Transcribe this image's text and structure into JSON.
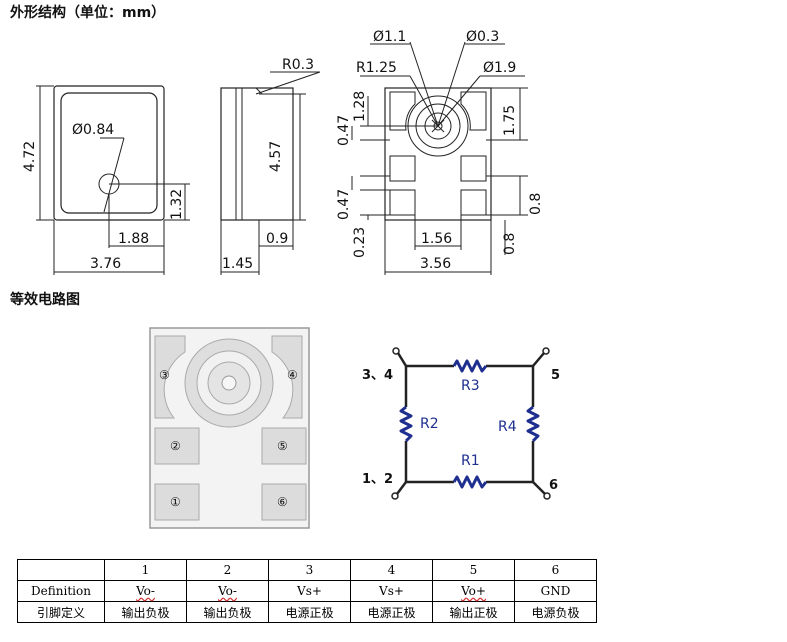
{
  "titles": {
    "outline": "外形结构（单位：mm）",
    "circuit": "等效电路图"
  },
  "dimensions": {
    "front": {
      "hole": "Ø0.84",
      "height": "4.72",
      "hole_offset_y": "1.32",
      "hole_offset_x": "1.88",
      "width": "3.76"
    },
    "side": {
      "radius": "R0.3",
      "height": "4.57",
      "thickness": "0.9",
      "total": "1.45"
    },
    "bottom": {
      "d1": "Ø1.1",
      "d2": "Ø0.3",
      "r": "R1.25",
      "d3": "Ø1.9",
      "left_top": "1.28",
      "left_mid": "0.47",
      "left_low": "0.47",
      "left_bottom": "0.23",
      "right_top": "1.75",
      "right_bottom": "0.8",
      "right_pad": "0.8",
      "inner_width": "1.56",
      "width": "3.56"
    }
  },
  "pads": [
    "③",
    "④",
    "②",
    "⑤",
    "①",
    "⑥"
  ],
  "circuit": {
    "nodes": {
      "top_left": "3、4",
      "top_right": "5",
      "bottom_left": "1、2",
      "bottom_right": "6"
    },
    "resistors": {
      "top": "R3",
      "left": "R2",
      "right": "R4",
      "bottom": "R1"
    }
  },
  "pin_table": {
    "headers": [
      "",
      "1",
      "2",
      "3",
      "4",
      "5",
      "6"
    ],
    "rows": [
      [
        "Definition",
        "Vo-",
        "Vo-",
        "Vs+",
        "Vs+",
        "Vo+",
        "GND"
      ],
      [
        "引脚定义",
        "输出负极",
        "输出负极",
        "电源正极",
        "电源正极",
        "输出正极",
        "电源负极"
      ]
    ]
  }
}
